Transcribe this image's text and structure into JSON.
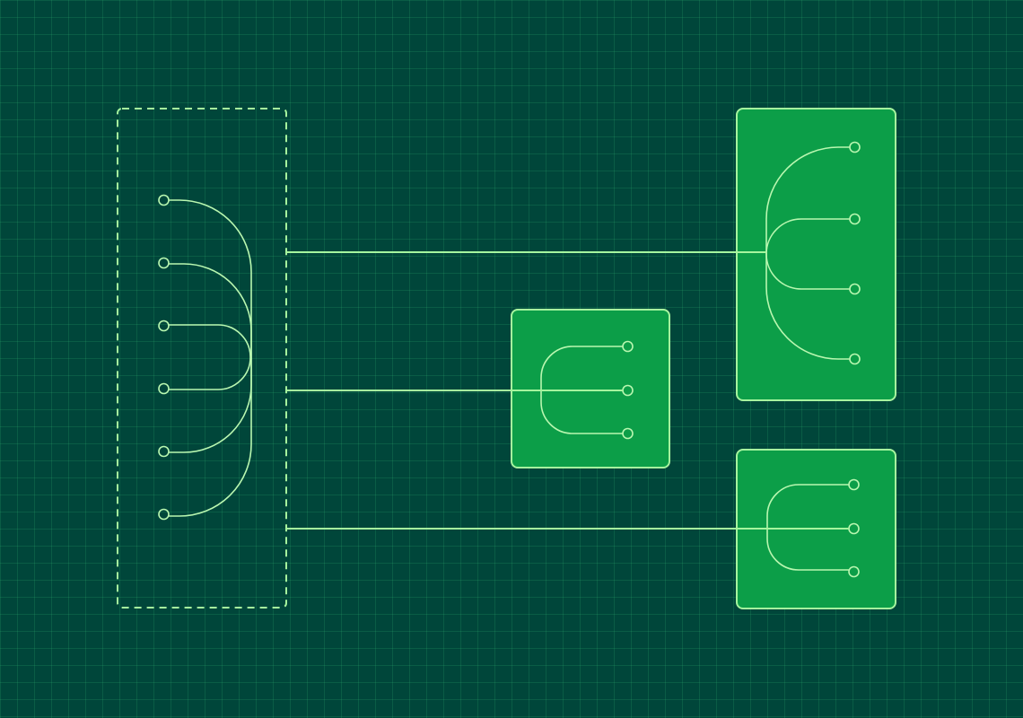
{
  "diagram": {
    "colors": {
      "background": "#00463a",
      "grid": "#1f7a5a",
      "block_fill": "#0c9e48",
      "stroke": "#a6f59e"
    },
    "source_group": {
      "style": "dashed",
      "port_count": 6
    },
    "blocks": [
      {
        "id": "block-mid",
        "port_count": 3
      },
      {
        "id": "block-top-right",
        "port_count": 4
      },
      {
        "id": "block-bottom-right",
        "port_count": 3
      }
    ],
    "links": [
      {
        "from": "source-group",
        "to": "block-top-right"
      },
      {
        "from": "source-group",
        "to": "block-mid"
      },
      {
        "from": "source-group",
        "to": "block-bottom-right"
      }
    ]
  }
}
